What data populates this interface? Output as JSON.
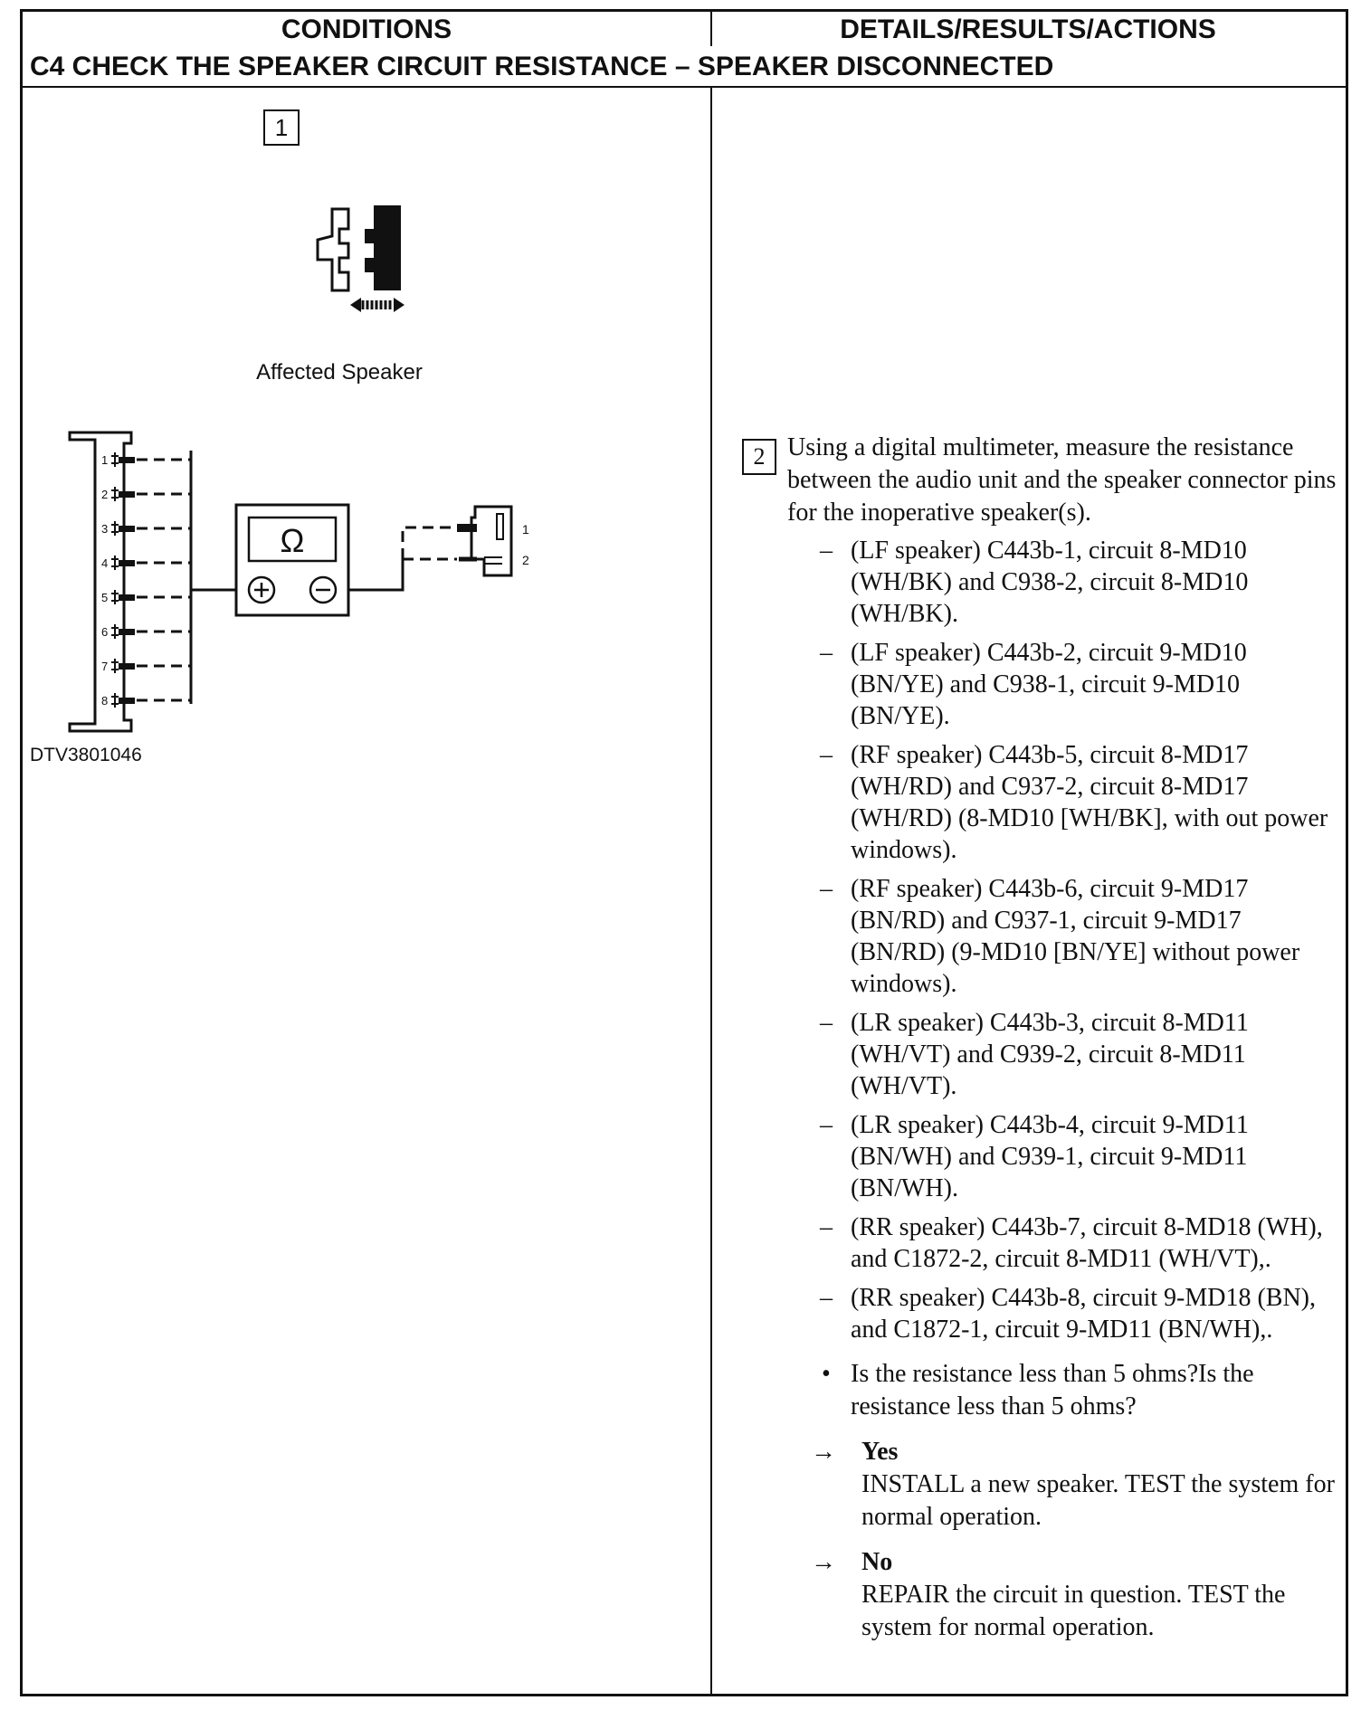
{
  "header": {
    "conditions": "CONDITIONS",
    "details": "DETAILS/RESULTS/ACTIONS"
  },
  "section_title": "C4  CHECK THE SPEAKER CIRCUIT RESISTANCE – SPEAKER DISCONNECTED",
  "left": {
    "step_number": "1",
    "affected_label": "Affected Speaker",
    "figure_id": "DTV3801046",
    "pin_labels": [
      "1",
      "2",
      "3",
      "4",
      "5",
      "6",
      "7",
      "8"
    ],
    "meter_symbol": "Ω",
    "speaker_pins": [
      "1",
      "2"
    ]
  },
  "right": {
    "step_number": "2",
    "intro": "Using a digital multimeter, measure the resistance between the audio unit and the speaker connector pins for the inoperative speaker(s).",
    "items": [
      "(LF speaker) C443b-1, circuit 8-MD10 (WH/BK) and C938-2, circuit 8-MD10 (WH/BK).",
      "(LF speaker) C443b-2, circuit 9-MD10 (BN/YE) and C938-1, circuit 9-MD10 (BN/YE).",
      "(RF speaker) C443b-5, circuit 8-MD17 (WH/RD) and C937-2, circuit 8-MD17 (WH/RD) (8-MD10 [WH/BK], with out power windows).",
      "(RF speaker) C443b-6, circuit 9-MD17 (BN/RD) and C937-1, circuit 9-MD17 (BN/RD) (9-MD10 [BN/YE] without power windows).",
      "(LR speaker) C443b-3, circuit 8-MD11 (WH/VT) and C939-2, circuit 8-MD11 (WH/VT).",
      "(LR speaker) C443b-4, circuit 9-MD11 (BN/WH) and C939-1, circuit 9-MD11 (BN/WH).",
      "(RR speaker) C443b-7, circuit 8-MD18 (WH), and C1872-2, circuit 8-MD11 (WH/VT),.",
      "(RR speaker) C443b-8, circuit 9-MD18 (BN), and C1872-1, circuit 9-MD11 (BN/WH),."
    ],
    "question": "Is the resistance less than 5 ohms?Is the resistance less than 5 ohms?",
    "results": [
      {
        "label": "Yes",
        "action": "INSTALL a new speaker. TEST the system for normal operation."
      },
      {
        "label": "No",
        "action": "REPAIR the circuit in question. TEST the system for normal operation."
      }
    ]
  }
}
